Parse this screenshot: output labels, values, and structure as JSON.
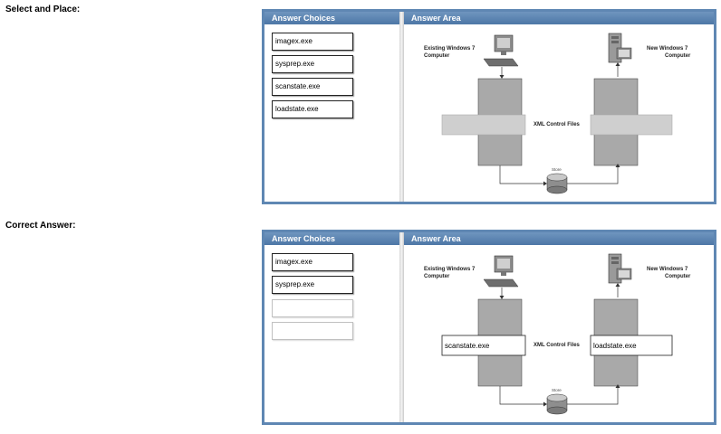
{
  "sections": [
    {
      "label": "Select and Place:",
      "answer_choices_header": "Answer Choices",
      "answer_area_header": "Answer Area",
      "choices": [
        "imagex.exe",
        "sysprep.exe",
        "scanstate.exe",
        "loadstate.exe"
      ],
      "diagram": {
        "existing_label_1": "Existing Windows 7",
        "existing_label_2": "Computer",
        "new_label_1": "New Windows 7",
        "new_label_2": "Computer",
        "xml_label": "XML Control Files",
        "store_label": "Store",
        "left_target": "",
        "right_target": ""
      }
    },
    {
      "label": "Correct Answer:",
      "answer_choices_header": "Answer Choices",
      "answer_area_header": "Answer Area",
      "choices": [
        "imagex.exe",
        "sysprep.exe",
        "",
        ""
      ],
      "diagram": {
        "existing_label_1": "Existing Windows 7",
        "existing_label_2": "Computer",
        "new_label_1": "New Windows 7",
        "new_label_2": "Computer",
        "xml_label": "XML Control Files",
        "store_label": "Store",
        "left_target": "scanstate.exe",
        "right_target": "loadstate.exe"
      }
    }
  ]
}
